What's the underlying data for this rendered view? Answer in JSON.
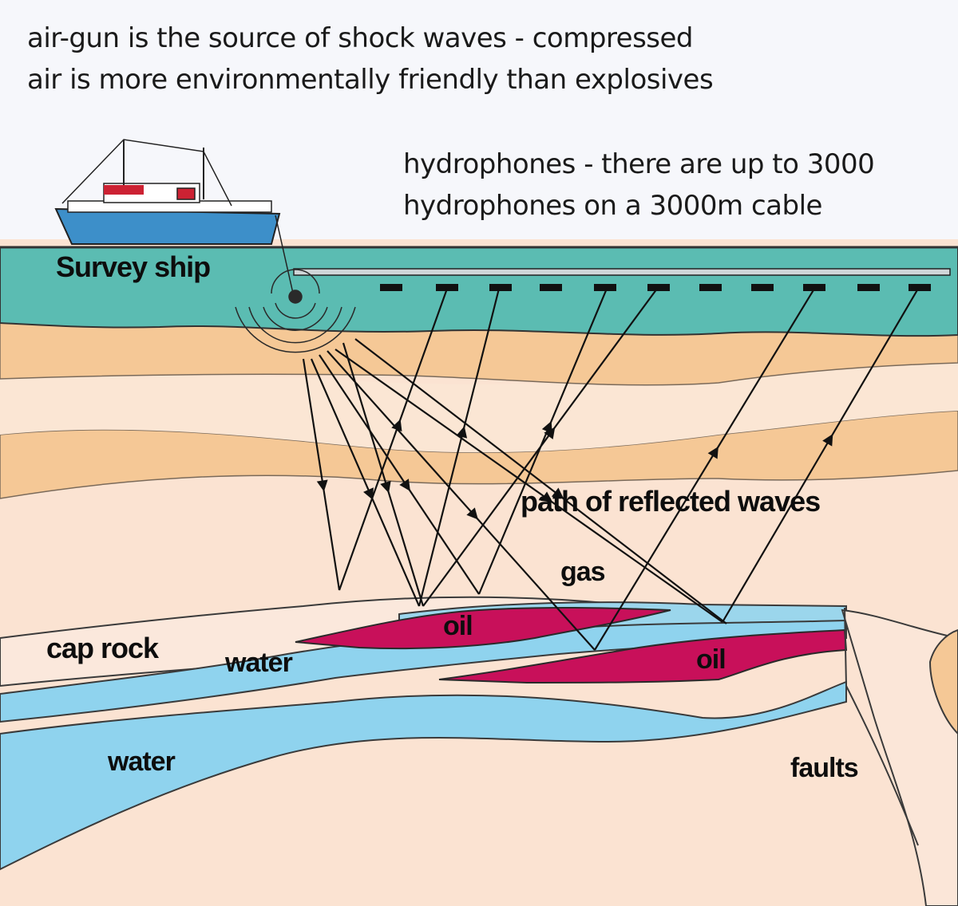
{
  "caption_top": {
    "line1": "air-gun is the source of shock waves - compressed",
    "line2": "air is more environmentally friendly than explosives"
  },
  "caption_right": {
    "line1": "hydrophones - there are up to 3000",
    "line2": "hydrophones on a 3000m cable"
  },
  "labels": {
    "survey_ship": "Survey ship",
    "path": "path of reflected waves",
    "gas": "gas",
    "oil_left": "oil",
    "oil_right": "oil",
    "cap_rock": "cap rock",
    "water_upper": "water",
    "water_lower": "water",
    "faults": "faults"
  },
  "colors": {
    "sky": "#f6f7fb",
    "sea": "#5bbcb2",
    "sand_dark": "#f5c896",
    "sand_light": "#fbe7d6",
    "rock": "#fbe3d2",
    "water_layer": "#8fd3ee",
    "oil": "#c8105a",
    "ship_hull": "#3d8fc9",
    "ship_red": "#cc2233"
  }
}
